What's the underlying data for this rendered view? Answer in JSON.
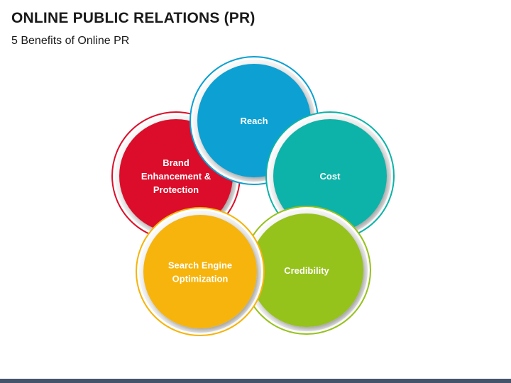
{
  "title": "ONLINE PUBLIC RELATIONS (PR)",
  "subtitle": "5 Benefits of Online PR",
  "benefits": [
    {
      "label_lines": [
        "Reach"
      ],
      "color": "#0aa0d2"
    },
    {
      "label_lines": [
        "Cost"
      ],
      "color": "#0bb3a8"
    },
    {
      "label_lines": [
        "Credibility"
      ],
      "color": "#96c21d"
    },
    {
      "label_lines": [
        "Search Engine",
        "Optimization"
      ],
      "color": "#f6b409"
    },
    {
      "label_lines": [
        "Brand",
        "Enhancement &",
        "Protection"
      ],
      "color": "#dc0f2a"
    }
  ]
}
